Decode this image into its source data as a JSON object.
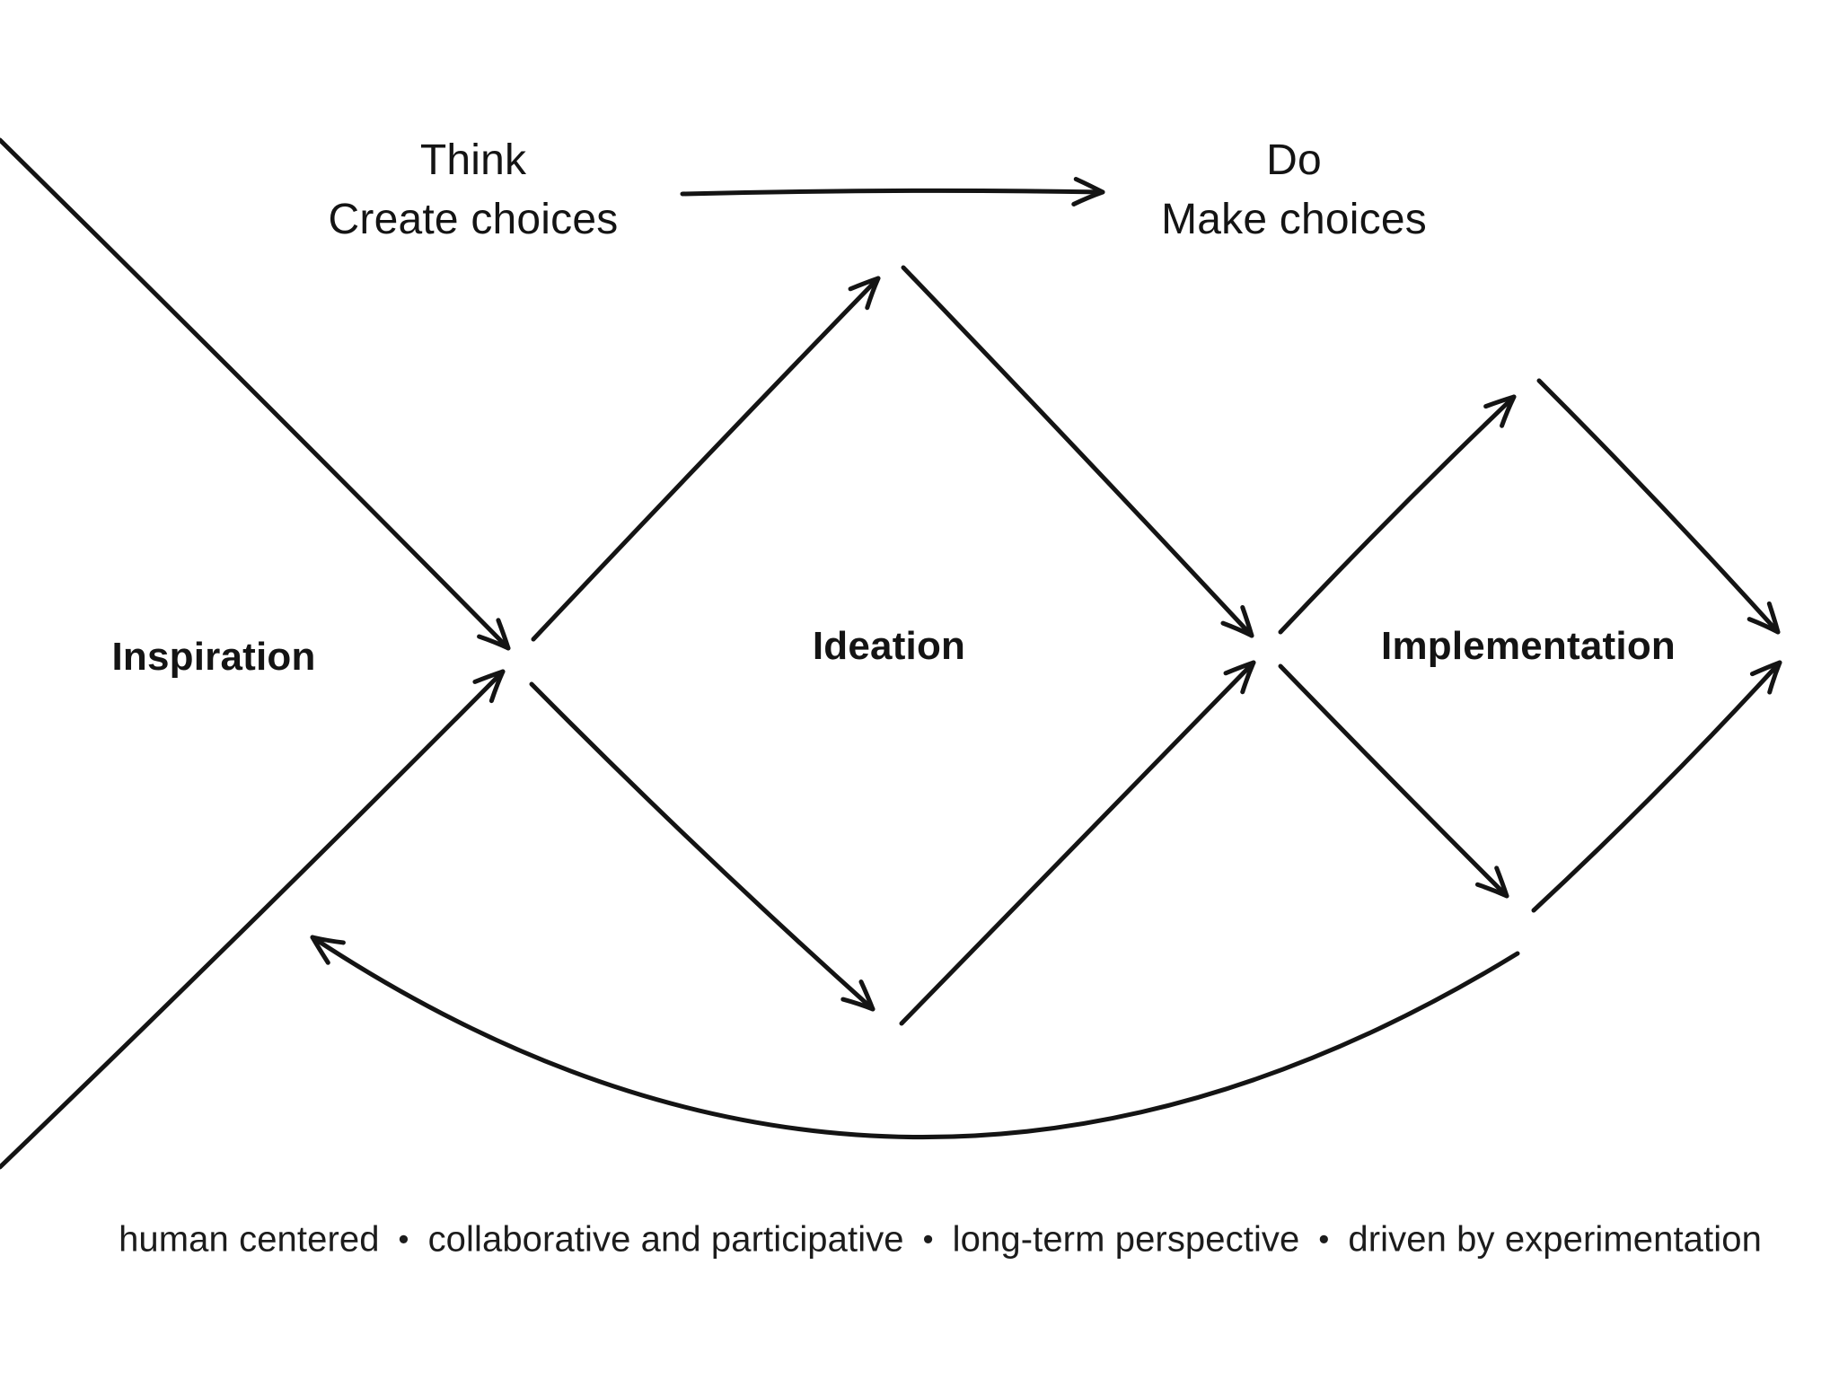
{
  "colors": {
    "ink": "#141414",
    "background": "#ffffff"
  },
  "header": {
    "think": {
      "line1": "Think",
      "line2": "Create choices"
    },
    "do": {
      "line1": "Do",
      "line2": "Make choices"
    }
  },
  "phases": {
    "inspiration": "Inspiration",
    "ideation": "Ideation",
    "implementation": "Implementation"
  },
  "footer": {
    "separator": "•",
    "items": [
      "human centered",
      "collaborative and participative",
      "long-term perspective",
      "driven by experimentation"
    ]
  }
}
